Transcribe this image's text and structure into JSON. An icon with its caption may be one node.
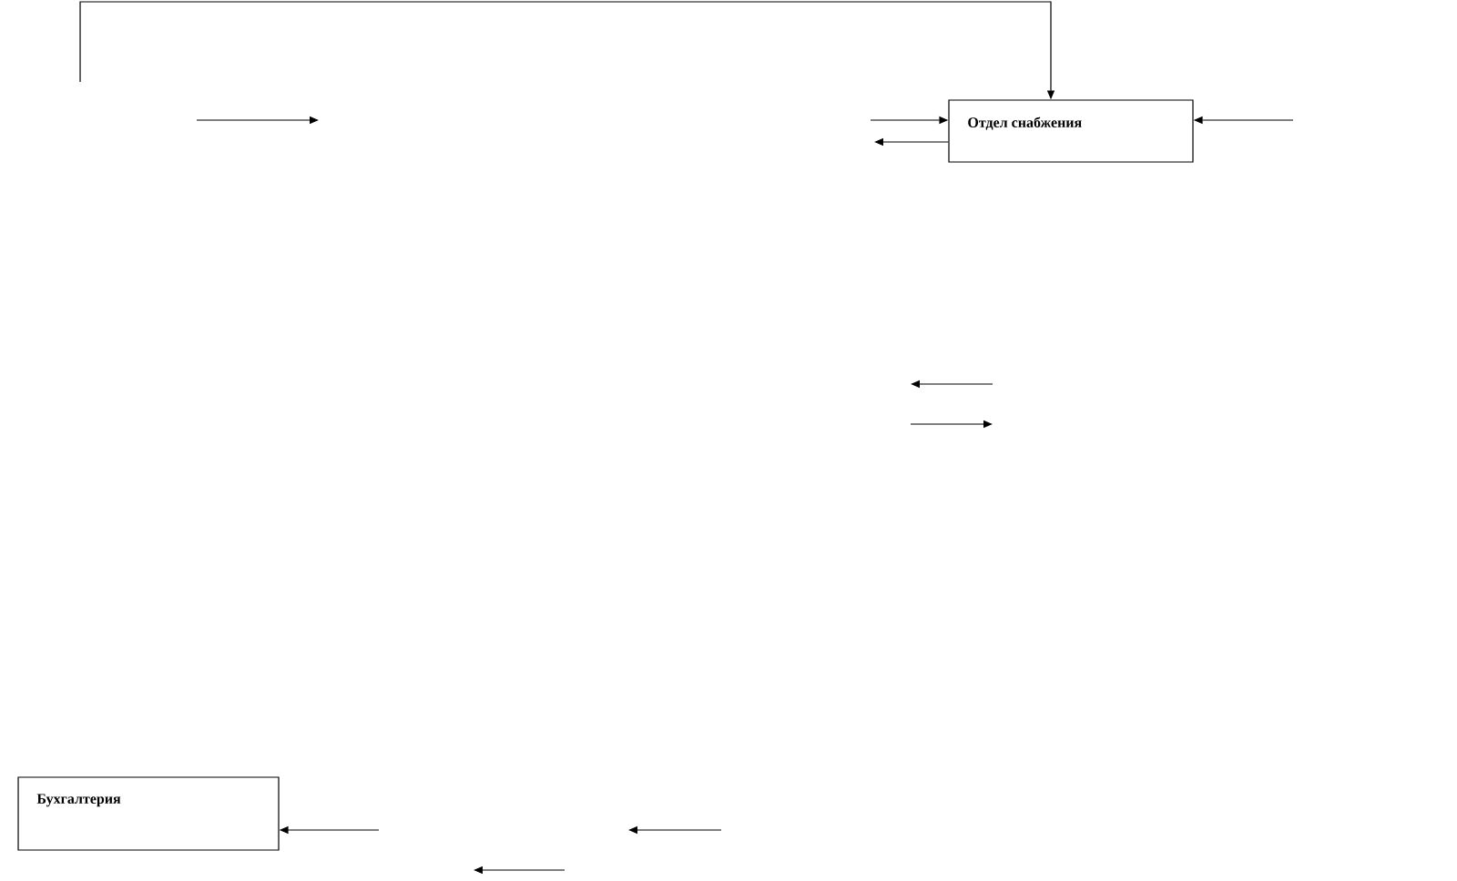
{
  "diagram": {
    "nodes": [
      {
        "text": [
          "Отдел снабжения"
        ]
      },
      {
        "text": [
          "Бухгалтерия"
        ]
      }
    ],
    "edges": [
      {
        "from": null,
        "to": 0,
        "arrow": "to"
      },
      {
        "from": null,
        "to": 0,
        "arrow": "to"
      },
      {
        "from": 0,
        "to": null,
        "arrow": "to"
      },
      {
        "from": null,
        "to": 0,
        "arrow": "to"
      },
      {
        "from": null,
        "to": 1,
        "arrow": "to"
      }
    ]
  }
}
